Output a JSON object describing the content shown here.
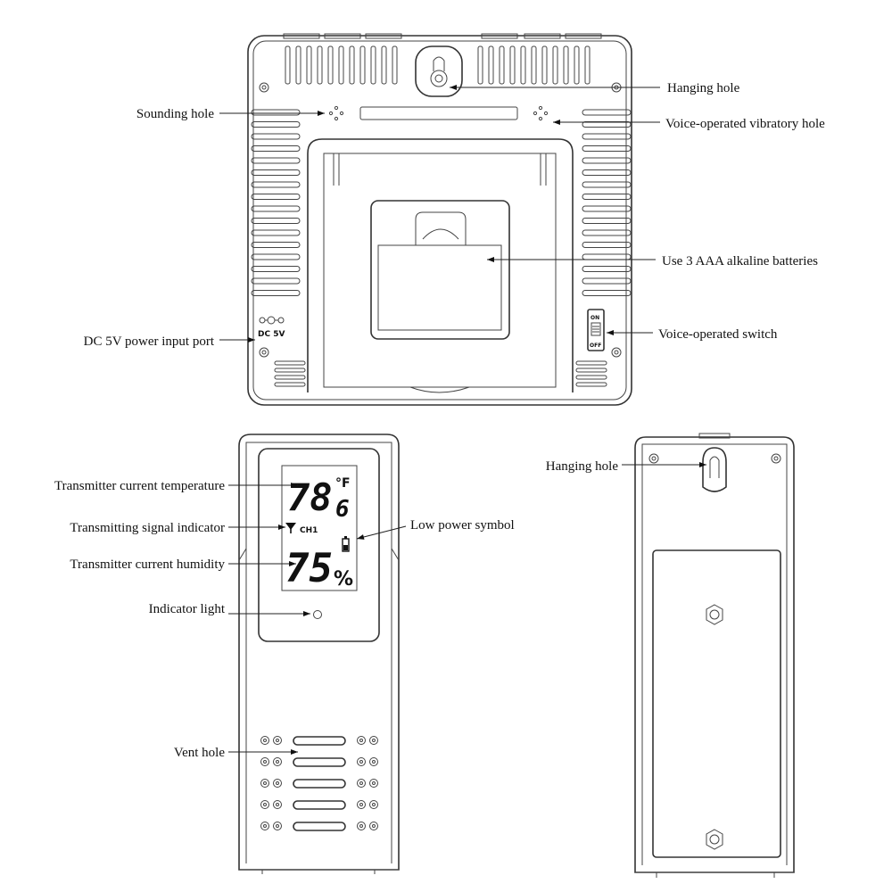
{
  "labels": {
    "hanging_hole_top": "Hanging hole",
    "sounding_hole": "Sounding hole",
    "voice_vibratory_hole": "Voice-operated vibratory hole",
    "batteries": "Use 3 AAA alkaline batteries",
    "dc_port": "DC 5V power input port",
    "voice_switch": "Voice-operated switch",
    "transmitter_temperature": "Transmitter current temperature",
    "signal_indicator": "Transmitting signal indicator",
    "low_power": "Low power symbol",
    "transmitter_humidity": "Transmitter current humidity",
    "indicator_light": "Indicator light",
    "vent_hole": "Vent hole",
    "hanging_hole_bottom": "Hanging hole"
  },
  "device_markings": {
    "dc_label": "DC  5V",
    "switch_on": "ON",
    "switch_off": "OFF"
  },
  "lcd": {
    "temperature_main": "78",
    "temperature_decimal": "6",
    "temperature_unit": "°F",
    "channel": "CH1",
    "humidity_value": "75",
    "humidity_unit": "%"
  },
  "colors": {
    "line": "#333333",
    "text": "#111111",
    "background": "#ffffff"
  }
}
